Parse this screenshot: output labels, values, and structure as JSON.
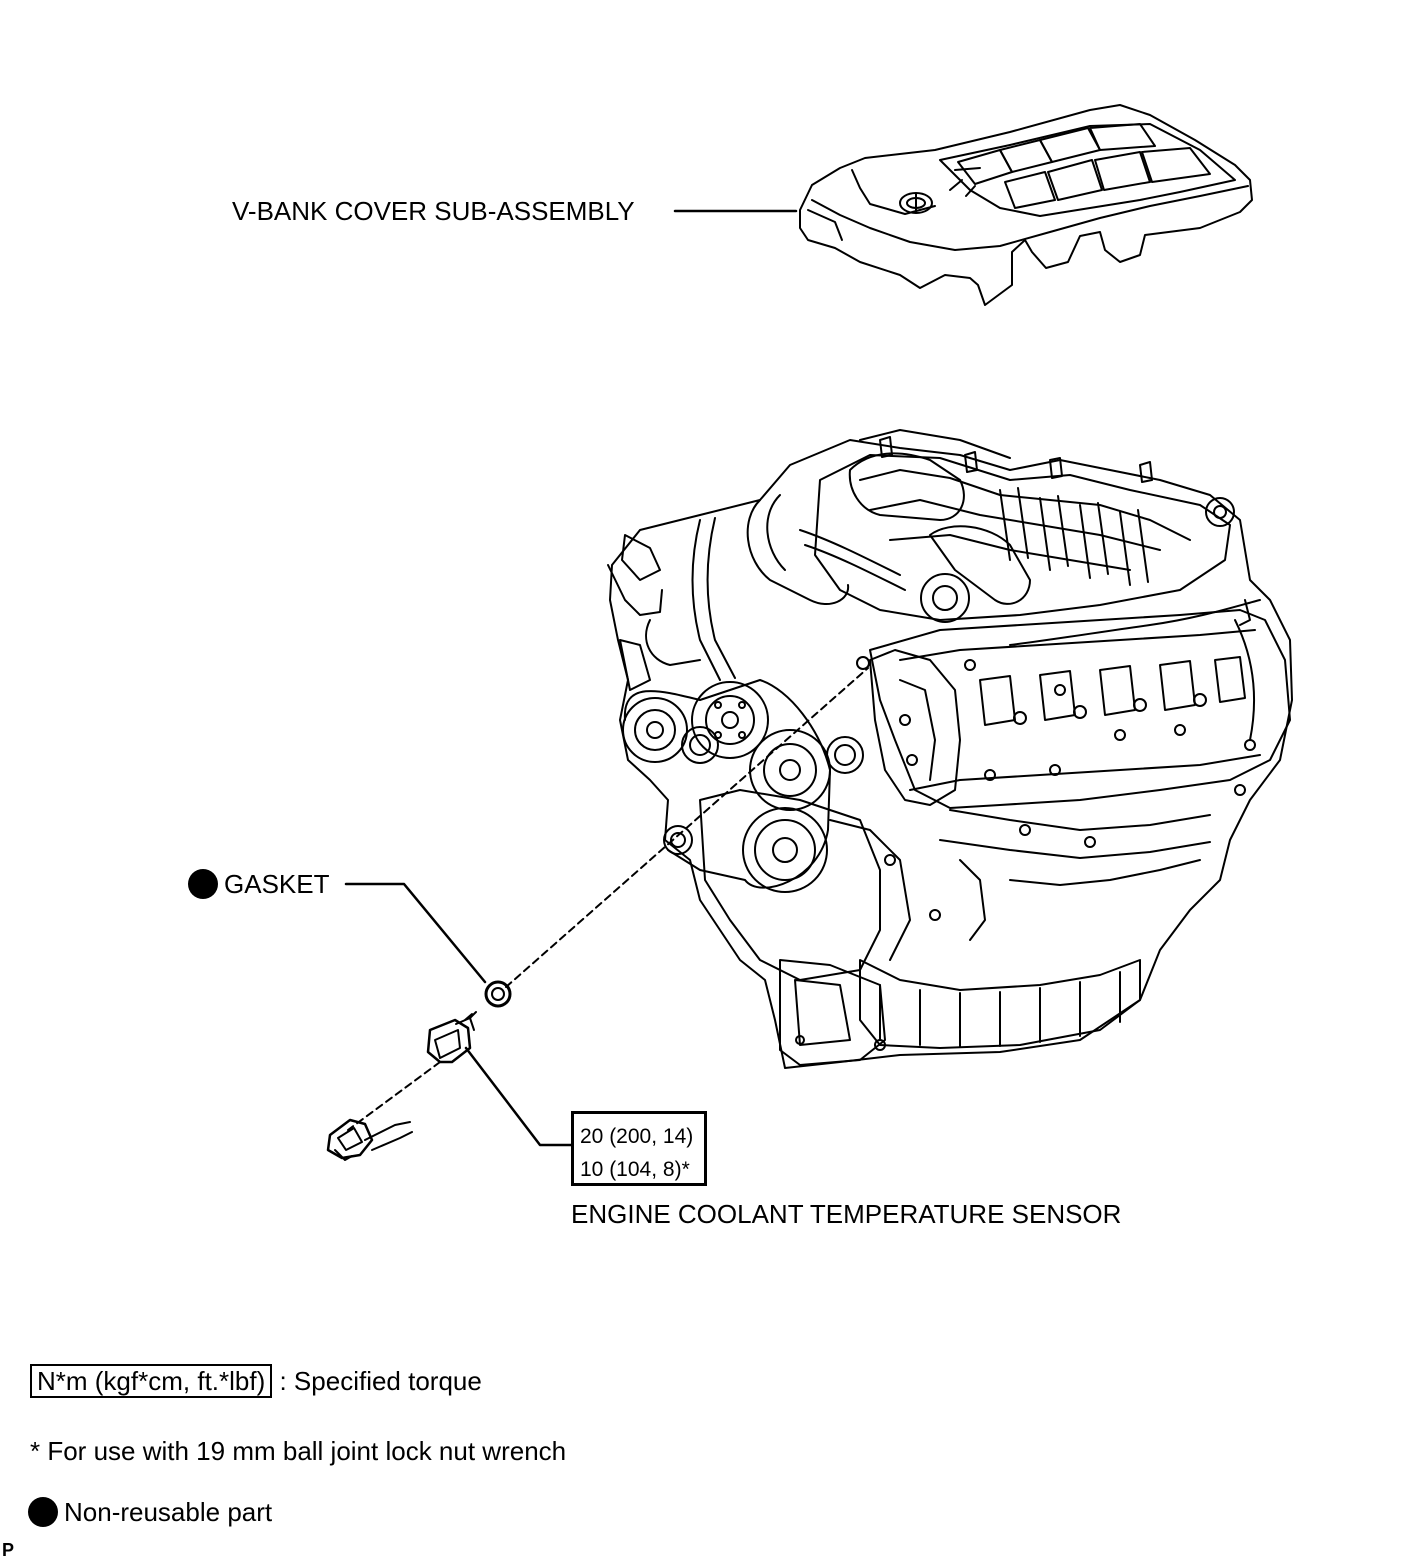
{
  "labels": {
    "vbank_cover": "V-BANK COVER SUB-ASSEMBLY",
    "gasket": "GASKET",
    "sensor": "ENGINE COOLANT TEMPERATURE SENSOR"
  },
  "torque": {
    "primary": "20 (200, 14)",
    "alternate": "10 (104, 8)*"
  },
  "legend": {
    "torque_unit": "N*m (kgf*cm, ft.*lbf)",
    "torque_desc": ": Specified torque",
    "footnote": "* For use with 19 mm ball joint lock nut wrench",
    "non_reusable": "Non-reusable part"
  },
  "corner_mark": "P",
  "icons": {
    "non_reusable_marker": "filled-circle-icon"
  }
}
